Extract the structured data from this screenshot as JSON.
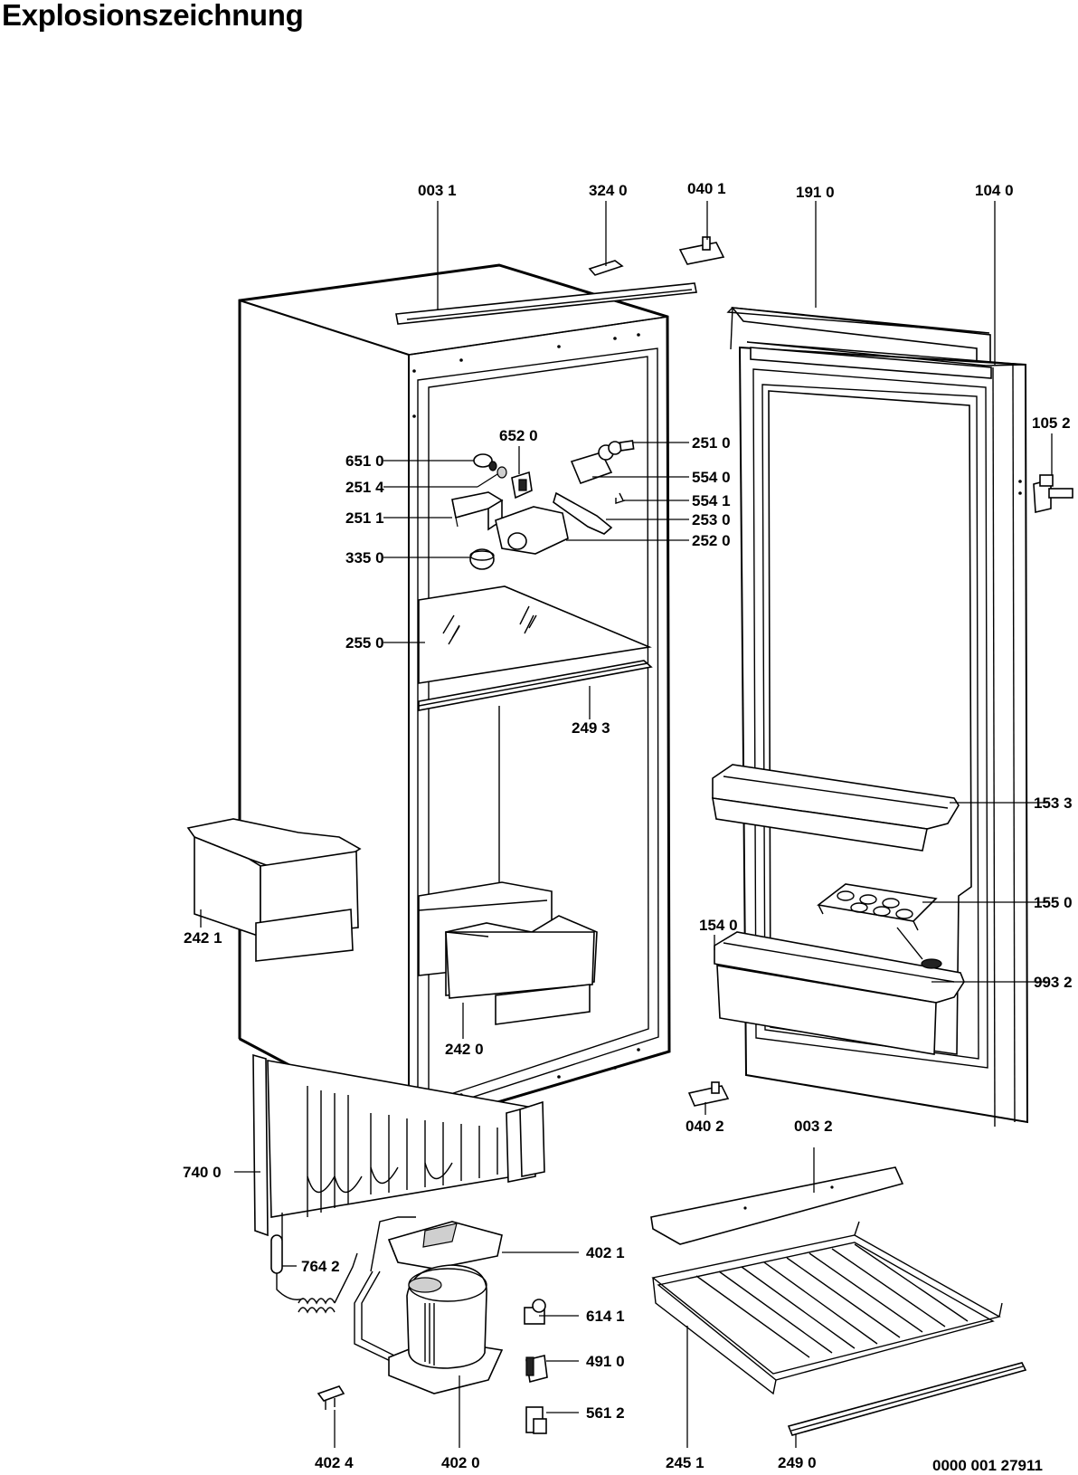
{
  "title": "Explosionszeichnung",
  "drawing_number": "0000 001 27911",
  "labels": {
    "l_003_1": "003 1",
    "l_324_0": "324 0",
    "l_040_1": "040 1",
    "l_191_0": "191 0",
    "l_104_0": "104 0",
    "l_105_2": "105 2",
    "l_652_0": "652 0",
    "l_251_0": "251 0",
    "l_651_0": "651 0",
    "l_251_4": "251 4",
    "l_554_0": "554 0",
    "l_554_1": "554 1",
    "l_251_1": "251 1",
    "l_253_0": "253 0",
    "l_252_0": "252 0",
    "l_335_0": "335 0",
    "l_255_0": "255 0",
    "l_249_3": "249 3",
    "l_153_3": "153 3",
    "l_155_0": "155 0",
    "l_154_0": "154 0",
    "l_993_2": "993 2",
    "l_242_1": "242 1",
    "l_242_0": "242 0",
    "l_040_2": "040 2",
    "l_003_2": "003 2",
    "l_740_0": "740 0",
    "l_764_2": "764 2",
    "l_402_1": "402 1",
    "l_614_1": "614 1",
    "l_491_0": "491 0",
    "l_561_2": "561 2",
    "l_402_4": "402 4",
    "l_402_0": "402 0",
    "l_245_1": "245 1",
    "l_249_0": "249 0"
  }
}
